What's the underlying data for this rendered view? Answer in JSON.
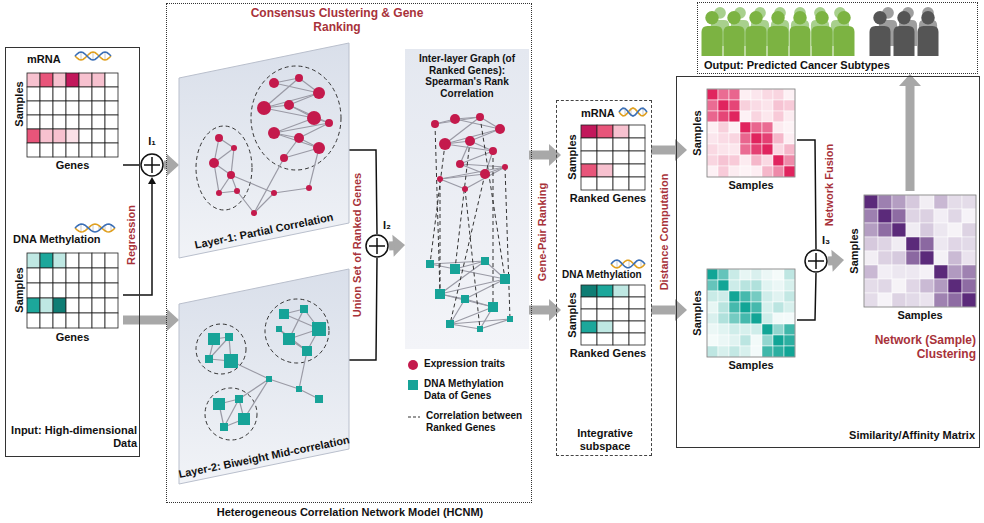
{
  "diagram": {
    "nodes": [
      {
        "text": [
          "Input: High-dimensional Data"
        ]
      },
      {
        "text": [
          "mRNA",
          "Samples",
          "Genes"
        ],
        "in": 0
      },
      {
        "text": [
          "DNA Methylation",
          "Samples",
          "Genes"
        ],
        "in": 0
      },
      {
        "text": [
          "I₁"
        ]
      },
      {
        "text": [
          "Consensus Clustering & Gene Ranking",
          "Heterogeneous Correlation Network Model (HCNM)"
        ]
      },
      {
        "text": [
          "Layer-1: Partial Correlation"
        ],
        "in": 4
      },
      {
        "text": [
          "Layer-2: Biweight Mid-correlation"
        ],
        "in": 4
      },
      {
        "text": [
          "I₂"
        ],
        "in": 4
      },
      {
        "text": [
          "Inter-layer Graph (of Ranked Genes): Spearman's Rank Correlation"
        ],
        "in": 4
      },
      {
        "text": [
          "Integrative subspace"
        ]
      },
      {
        "text": [
          "mRNA",
          "Samples",
          "Ranked Genes"
        ],
        "in": 9
      },
      {
        "text": [
          "DNA Methylation",
          "Samples",
          "Ranked Genes"
        ],
        "in": 9
      },
      {
        "text": [
          "Similarity/Affinity Matrix"
        ]
      },
      {
        "text": [
          "Samples",
          "Samples"
        ],
        "in": 12
      },
      {
        "text": [
          "Samples",
          "Samples"
        ],
        "in": 12
      },
      {
        "text": [
          "I₃"
        ],
        "in": 12
      },
      {
        "text": [
          "Samples",
          "Samples"
        ],
        "in": 12
      },
      {
        "text": [
          "Output: Predicted Cancer Subtypes"
        ]
      }
    ],
    "edges": [
      {
        "from": 1,
        "to": 3,
        "arrow": "none"
      },
      {
        "from": 2,
        "to": 3,
        "arrow": "to"
      },
      {
        "from": 3,
        "to": 5,
        "arrow": "to"
      },
      {
        "from": 2,
        "to": 6,
        "arrow": "to"
      },
      {
        "from": 5,
        "to": 7,
        "arrow": "none"
      },
      {
        "from": 6,
        "to": 7,
        "arrow": "none"
      },
      {
        "from": 7,
        "to": 8,
        "arrow": "to"
      },
      {
        "from": 8,
        "to": 10,
        "arrow": "to"
      },
      {
        "from": 8,
        "to": 11,
        "arrow": "to"
      },
      {
        "from": 10,
        "to": 13,
        "arrow": "to"
      },
      {
        "from": 11,
        "to": 14,
        "arrow": "to"
      },
      {
        "from": 13,
        "to": 15,
        "arrow": "none"
      },
      {
        "from": 14,
        "to": 15,
        "arrow": "none"
      },
      {
        "from": 15,
        "to": 16,
        "arrow": "to"
      },
      {
        "from": 16,
        "to": 17,
        "arrow": "to"
      }
    ],
    "labels": [
      "Regression",
      "Union Set of Ranked Genes",
      "Gene-Pair Ranking",
      "Distance Computation",
      "Network Fusion",
      "Network (Sample) Clustering"
    ],
    "legend": [
      {
        "text": "Expression traits",
        "color": "#c41a4c"
      },
      {
        "text": "DNA Methylation Data of Genes",
        "color": "#17a398"
      },
      {
        "text": "Correlation between Ranked Genes"
      }
    ]
  }
}
